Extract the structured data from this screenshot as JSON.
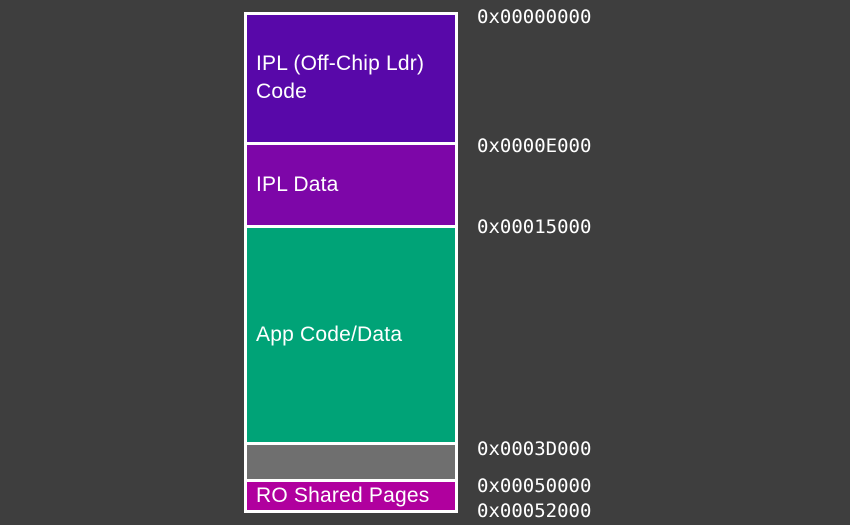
{
  "canvas": {
    "background_color": "#3E3E3E",
    "box_border_color": "#FFFFFF",
    "label_text_color": "#FFFFFF"
  },
  "memory_map": {
    "regions": [
      {
        "label": "IPL (Off-Chip Ldr) Code",
        "color": "#5808A9",
        "start": "0x00000000",
        "end": "0x0000E000"
      },
      {
        "label": "IPL Data",
        "color": "#7D06A8",
        "start": "0x0000E000",
        "end": "0x00015000"
      },
      {
        "label": "App Code/Data",
        "color": "#00A377",
        "start": "0x00015000",
        "end": "0x0003D000"
      },
      {
        "label": "",
        "color": "#6F6F6F",
        "start": "0x0003D000",
        "end": "0x00050000"
      },
      {
        "label": "RO Shared Pages",
        "color": "#B0009E",
        "start": "0x00050000",
        "end": "0x00052000"
      }
    ],
    "addresses": [
      "0x00000000",
      "0x0000E000",
      "0x00015000",
      "0x0003D000",
      "0x00050000",
      "0x00052000"
    ]
  }
}
